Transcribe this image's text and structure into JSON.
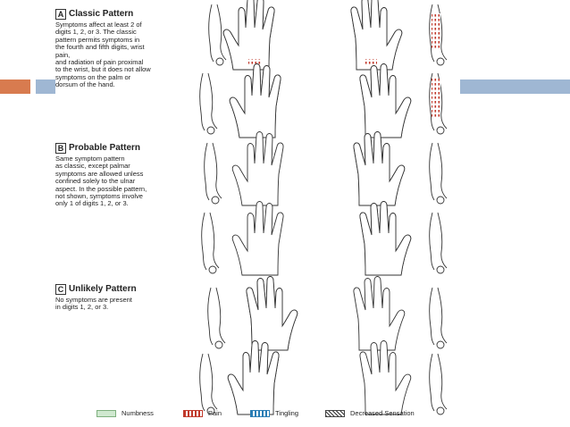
{
  "panels": [
    {
      "letter": "A",
      "title": "Classic Pattern",
      "description": "Symptoms affect at least 2 of\ndigits 1, 2, or 3. The classic\npattern permits symptoms in\nthe fourth and fifth digits, wrist pain,\nand radiation of pain proximal\nto the wrist, but it does not allow\nsymptoms on the palm or\ndorsum of the hand."
    },
    {
      "letter": "B",
      "title": "Probable Pattern",
      "description": "Same symptom pattern\nas classic, except palmar\nsymptoms are allowed unless\nconfined solely to the ulnar\naspect. In the possible pattern,\nnot shown, symptoms involve\nonly 1 of digits 1, 2, or 3."
    },
    {
      "letter": "C",
      "title": "Unlikely Pattern",
      "description": "No symptoms are present\nin digits 1, 2, or 3."
    }
  ],
  "legend": [
    {
      "label": "Numbness",
      "swatch": "numbness"
    },
    {
      "label": "Pain",
      "swatch": "pain"
    },
    {
      "label": "Tingling",
      "swatch": "tingling"
    },
    {
      "label": "Decreased Sensation",
      "swatch": "decreased-sensation"
    }
  ],
  "colors": {
    "accent_orange": "#d87b4f",
    "accent_blue": "#9fb7d3",
    "numbness": "#cfe8cf",
    "pain": "#c0392b",
    "tingling": "#2a7db5"
  }
}
